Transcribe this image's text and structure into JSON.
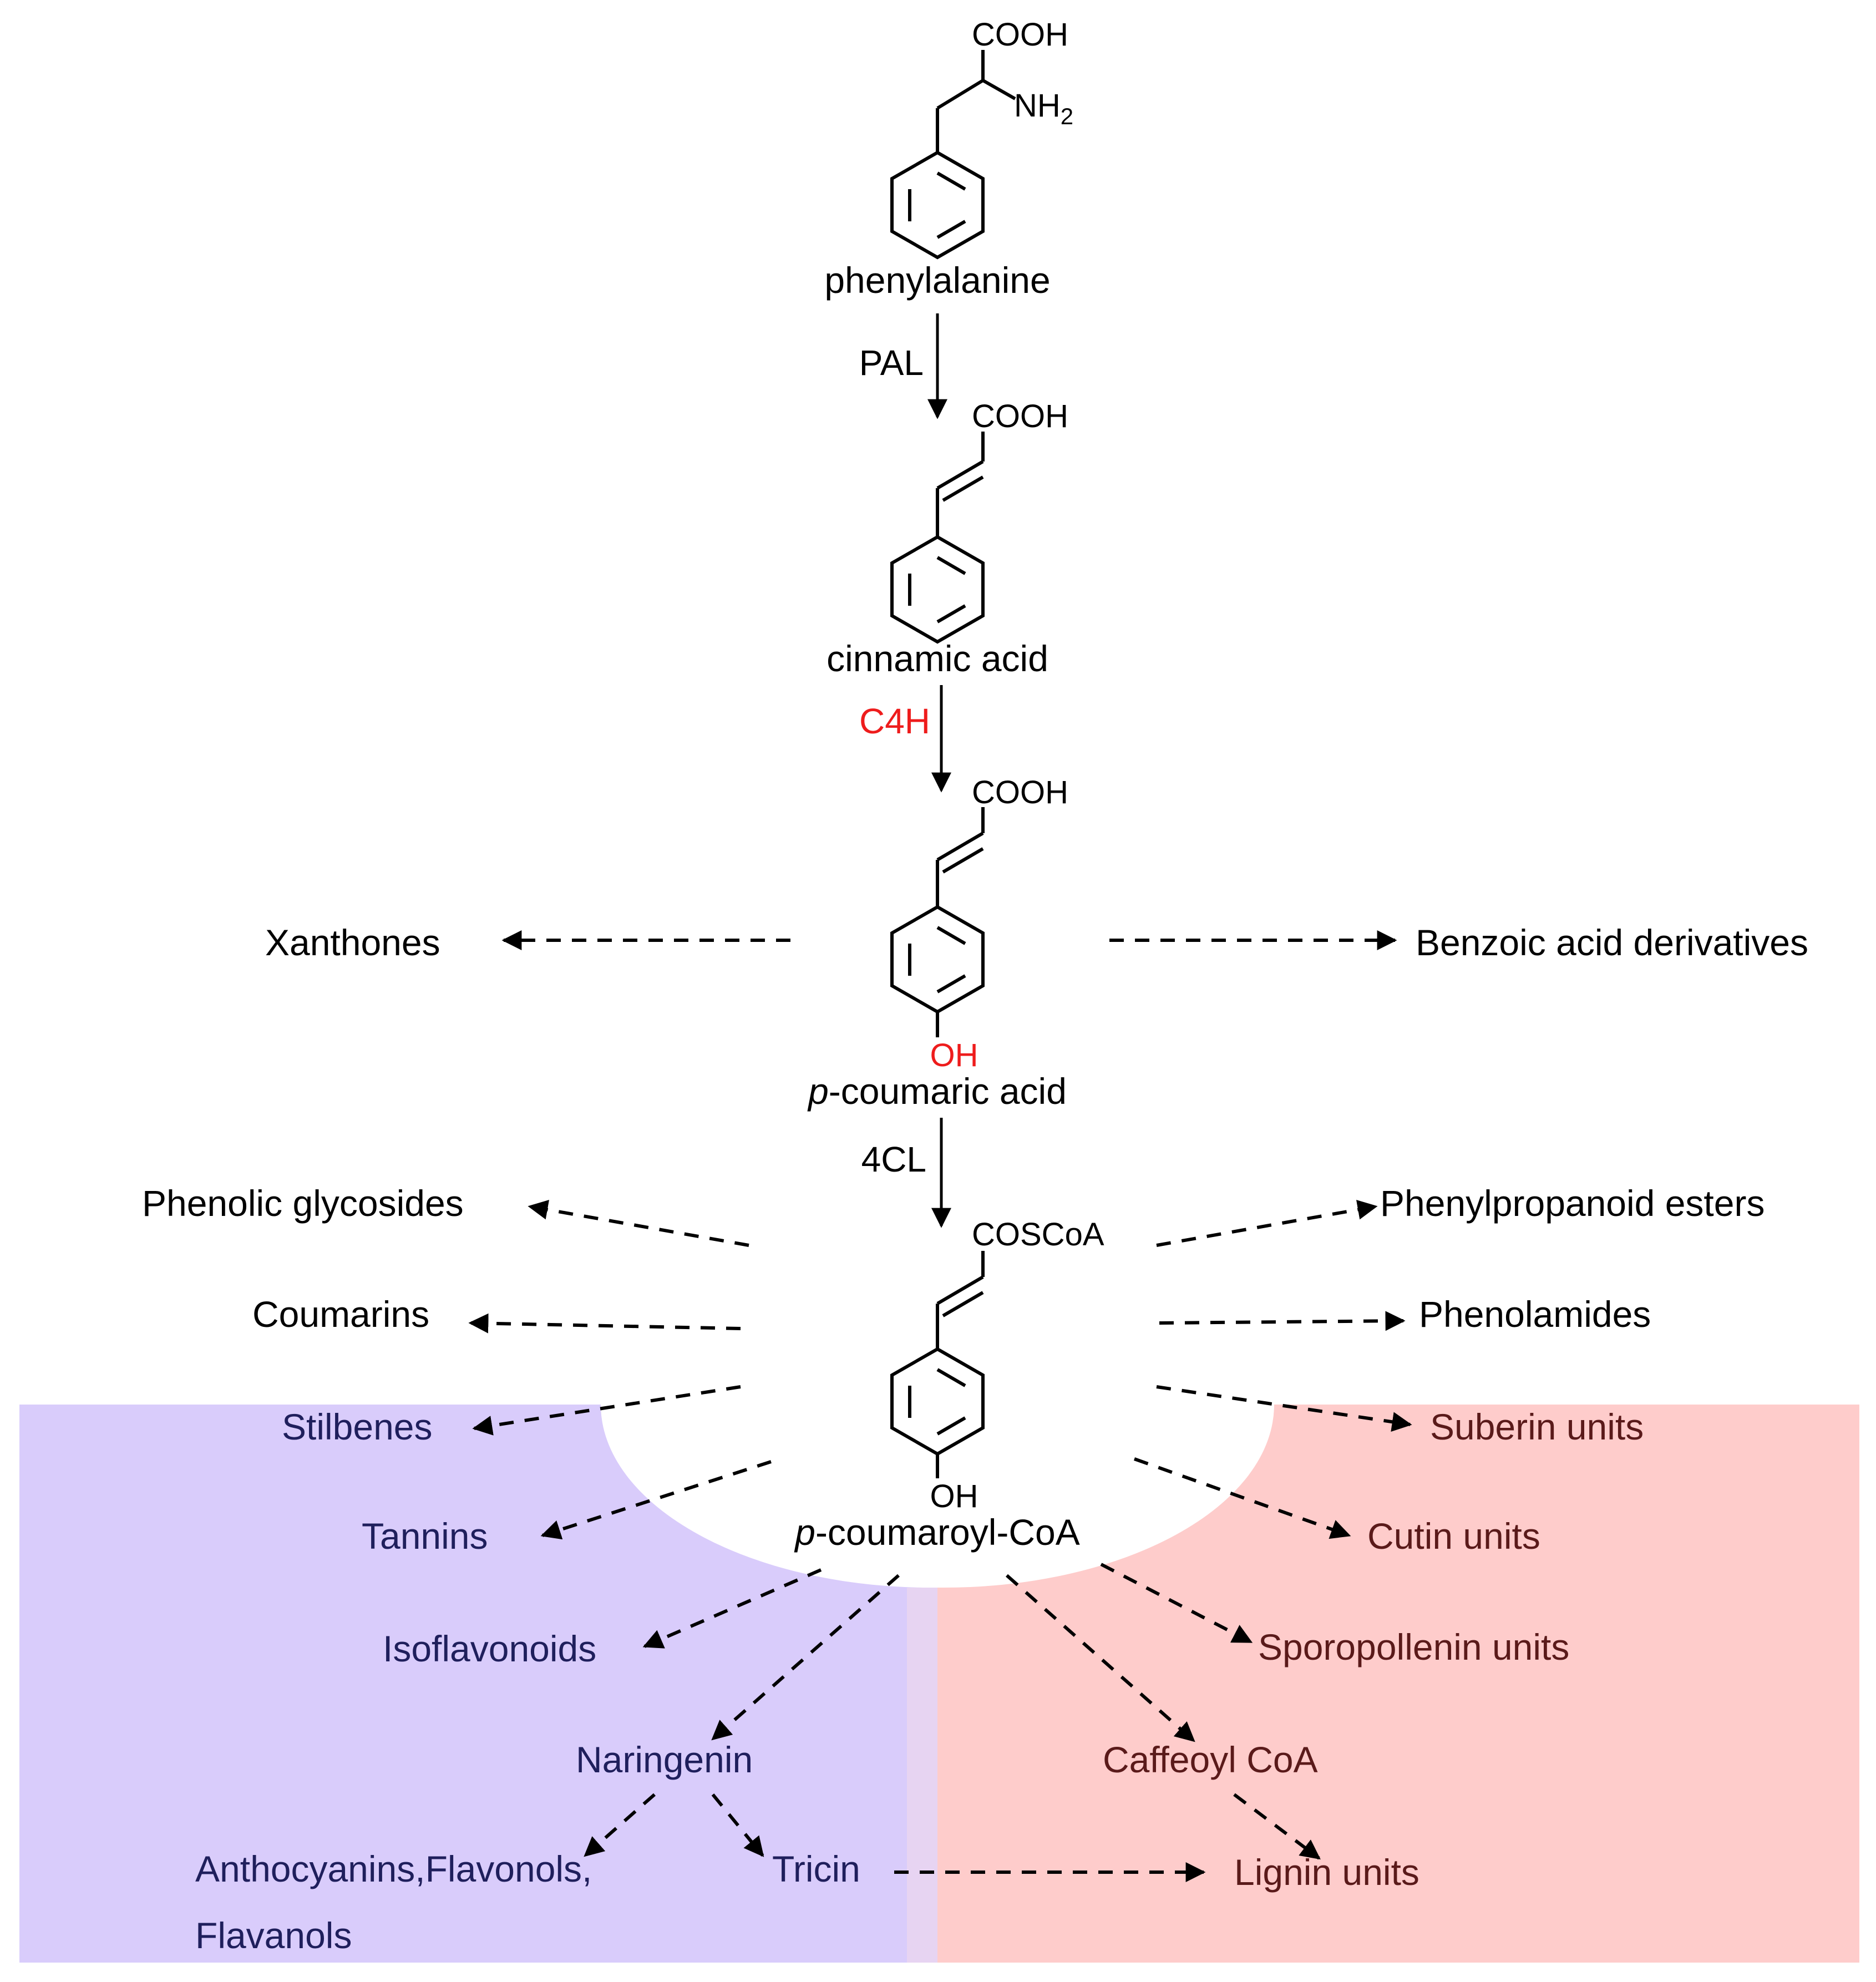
{
  "compounds": {
    "phenylalanine": {
      "name": "phenylalanine",
      "group": "COOH",
      "amine": "NH",
      "amine_sub": "2"
    },
    "cinnamic": {
      "name": "cinnamic acid",
      "group": "COOH"
    },
    "coumaric": {
      "prefix": "p",
      "name": "-coumaric acid",
      "group": "COOH",
      "oh": "OH"
    },
    "coumaroyl": {
      "prefix": "p",
      "name": "-coumaroyl-CoA",
      "group": "COSCoA",
      "oh": "OH"
    }
  },
  "enzymes": {
    "pal": "PAL",
    "c4h": "C4H",
    "fourcl": "4CL"
  },
  "products": {
    "xanthones": "Xanthones",
    "benzoic": "Benzoic acid derivatives",
    "phenolic_glycosides": "Phenolic glycosides",
    "phenylpropanoid_esters": "Phenylpropanoid esters",
    "coumarins": "Coumarins",
    "phenolamides": "Phenolamides",
    "stilbenes": "Stilbenes",
    "suberin": "Suberin units",
    "tannins": "Tannins",
    "cutin": "Cutin units",
    "isoflavonoids": "Isoflavonoids",
    "sporopollenin": "Sporopollenin units",
    "naringenin": "Naringenin",
    "caffeoyl": "Caffeoyl CoA",
    "anthocyanins_line1": "Anthocyanins,Flavonols,",
    "anthocyanins_line2": "Flavanols",
    "tricin": "Tricin",
    "lignin": "Lignin units"
  },
  "colors": {
    "flavonoid_region": "#d9ccfb",
    "lipid_region": "#fecccb",
    "flavonoid_text": "#1f1f5c",
    "lipid_text": "#5a1a1a",
    "highlight_red": "#ee1c1c",
    "ink": "#000000"
  }
}
